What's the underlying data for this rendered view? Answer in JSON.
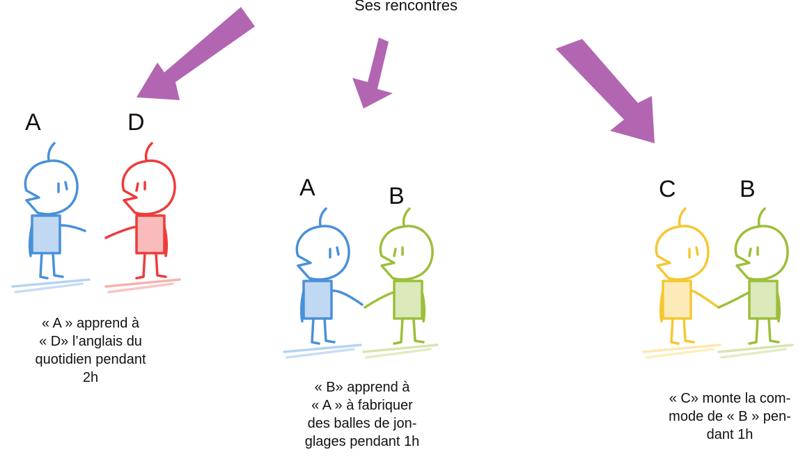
{
  "title": "Ses rencontres",
  "colors": {
    "arrow": "#b266b2",
    "a": "#4a90d9",
    "d": "#ee3b3b",
    "b": "#9bbf3a",
    "c": "#f5c733"
  },
  "groups": [
    {
      "letters": [
        "A",
        "D"
      ],
      "caption_lines": [
        "« A » apprend à",
        "« D» l’anglais du",
        "quotidien pendant",
        "2h"
      ]
    },
    {
      "letters": [
        "A",
        "B"
      ],
      "caption_lines": [
        "« B» apprend à",
        "« A » à fabriquer",
        "des balles de jon-",
        "glages pendant 1h"
      ]
    },
    {
      "letters": [
        "C",
        "B"
      ],
      "caption_lines": [
        "« C» monte la com-",
        "mode de « B » pen-",
        "dant 1h"
      ]
    }
  ]
}
